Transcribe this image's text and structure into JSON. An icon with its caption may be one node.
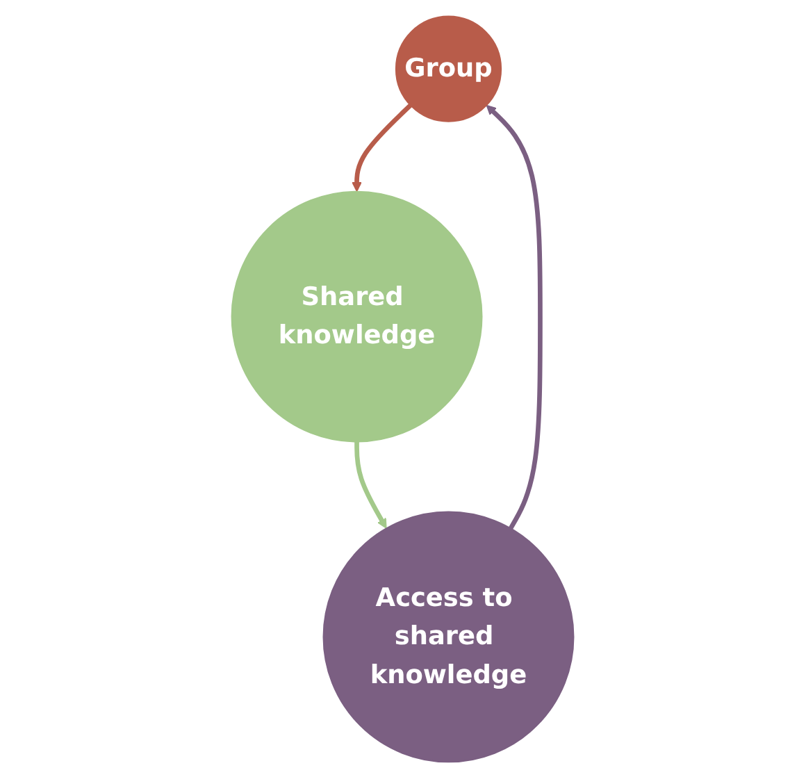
{
  "diagram": {
    "nodes": [
      {
        "text": [
          "Group"
        ]
      },
      {
        "text": [
          "Shared knowledge"
        ]
      },
      {
        "text": [
          "Access to shared knowledge"
        ]
      }
    ],
    "edges": [
      {
        "from": 0,
        "to": 1,
        "arrow": "to",
        "color": "#b85c4a"
      },
      {
        "from": 1,
        "to": 2,
        "arrow": "to",
        "color": "#a3c98a"
      },
      {
        "from": 2,
        "to": 0,
        "arrow": "to",
        "color": "#7b5f82"
      }
    ]
  }
}
